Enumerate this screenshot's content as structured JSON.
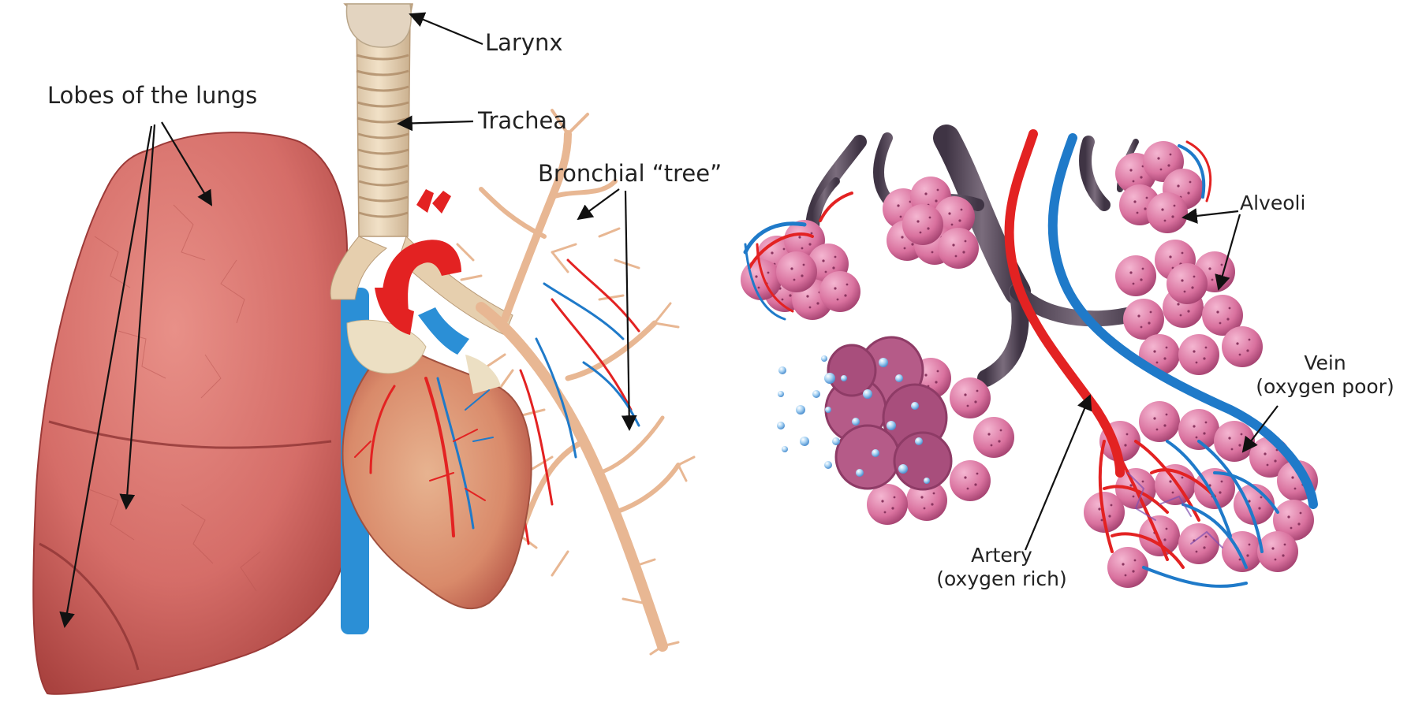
{
  "labels": {
    "larynx": "Larynx",
    "trachea": "Trachea",
    "lobes": "Lobes of the lungs",
    "bronchial": "Bronchial “tree”",
    "alveoli": "Alveoli",
    "vein_line1": "Vein",
    "vein_line2": "(oxygen poor)",
    "artery_line1": "Artery",
    "artery_line2": "(oxygen rich)"
  },
  "colors": {
    "lung": "#d9706a",
    "lung_dark": "#b84a48",
    "trachea": "#e8d3b4",
    "heart": "#d98d6a",
    "artery_red": "#e32222",
    "vein_blue": "#1f7ac9",
    "bronchi": "#efc19f",
    "alveoli_pink": "#d66e9b",
    "airway_gray": "#5b4e5e",
    "bubble": "#9cc9ee"
  }
}
